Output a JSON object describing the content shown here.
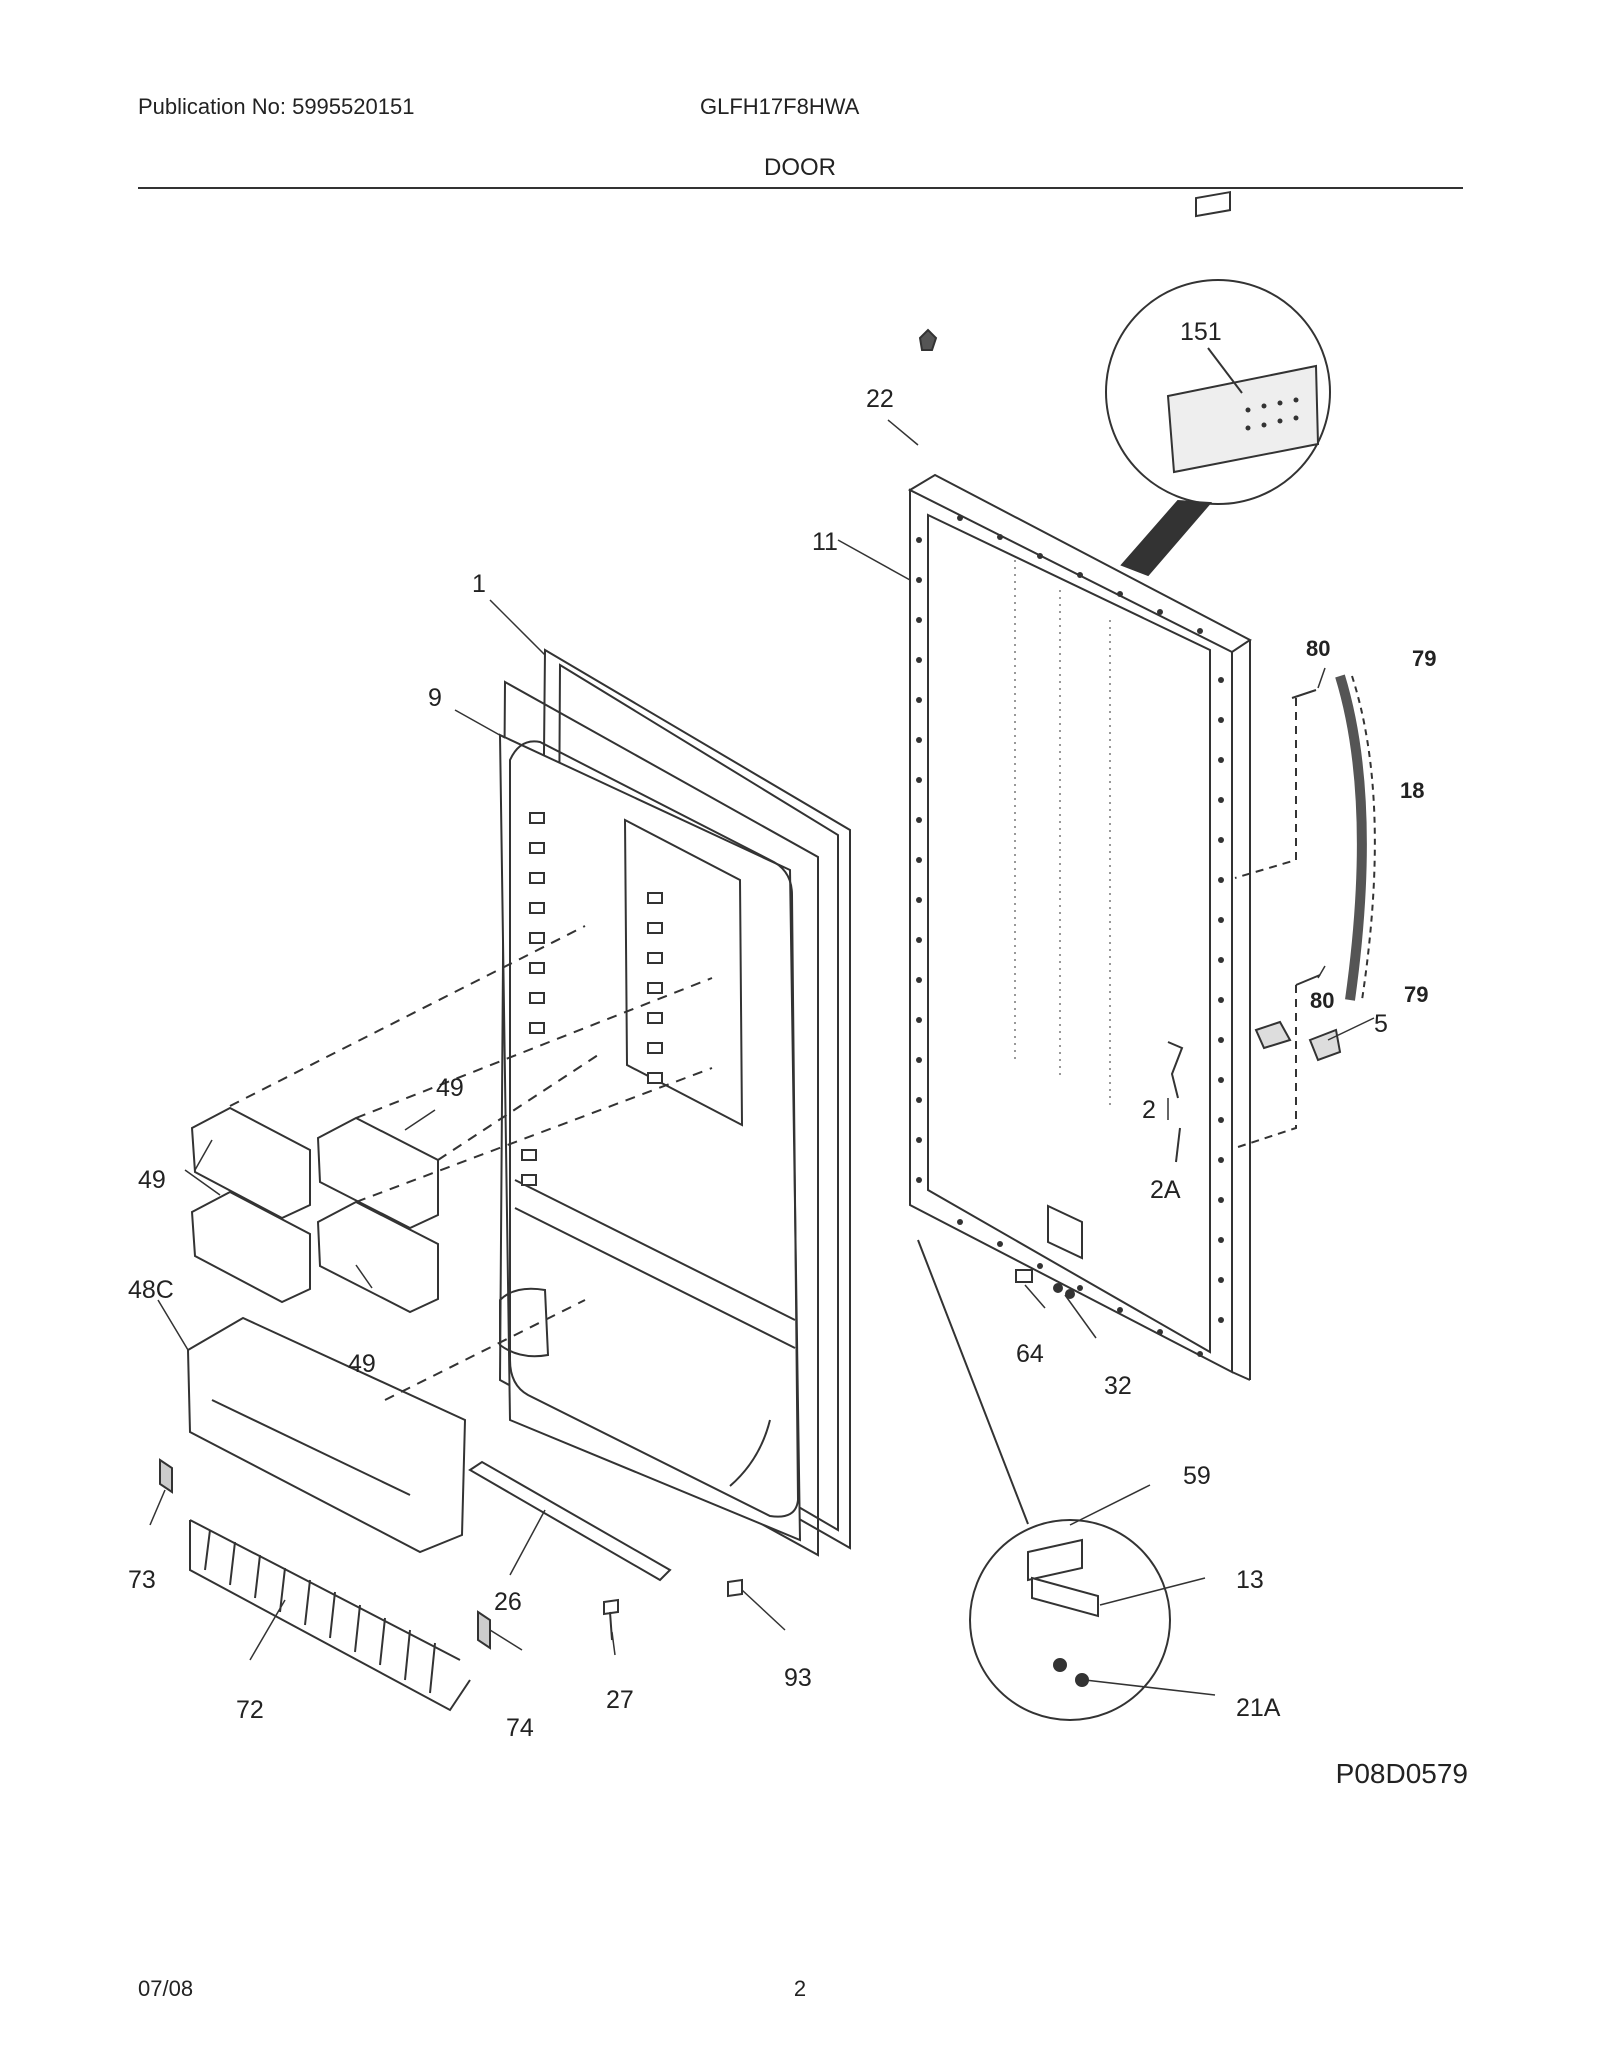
{
  "header": {
    "publication": "Publication No: 5995520151",
    "model": "GLFH17F8HWA",
    "section": "DOOR"
  },
  "callouts": {
    "c151": "151",
    "c22": "22",
    "c11": "11",
    "c1": "1",
    "c9": "9",
    "c80a": "80",
    "c79a": "79",
    "c18": "18",
    "c80b": "80",
    "c79b": "79",
    "c5": "5",
    "c2": "2",
    "c2A": "2A",
    "c49a": "49",
    "c49b": "49",
    "c49c": "49",
    "c48C": "48C",
    "c64": "64",
    "c32": "32",
    "c59": "59",
    "c13": "13",
    "c73": "73",
    "c26": "26",
    "c72": "72",
    "c27": "27",
    "c74": "74",
    "c93": "93",
    "c21A": "21A"
  },
  "footer": {
    "drawing_code": "P08D0579",
    "date": "07/08",
    "page": "2"
  }
}
